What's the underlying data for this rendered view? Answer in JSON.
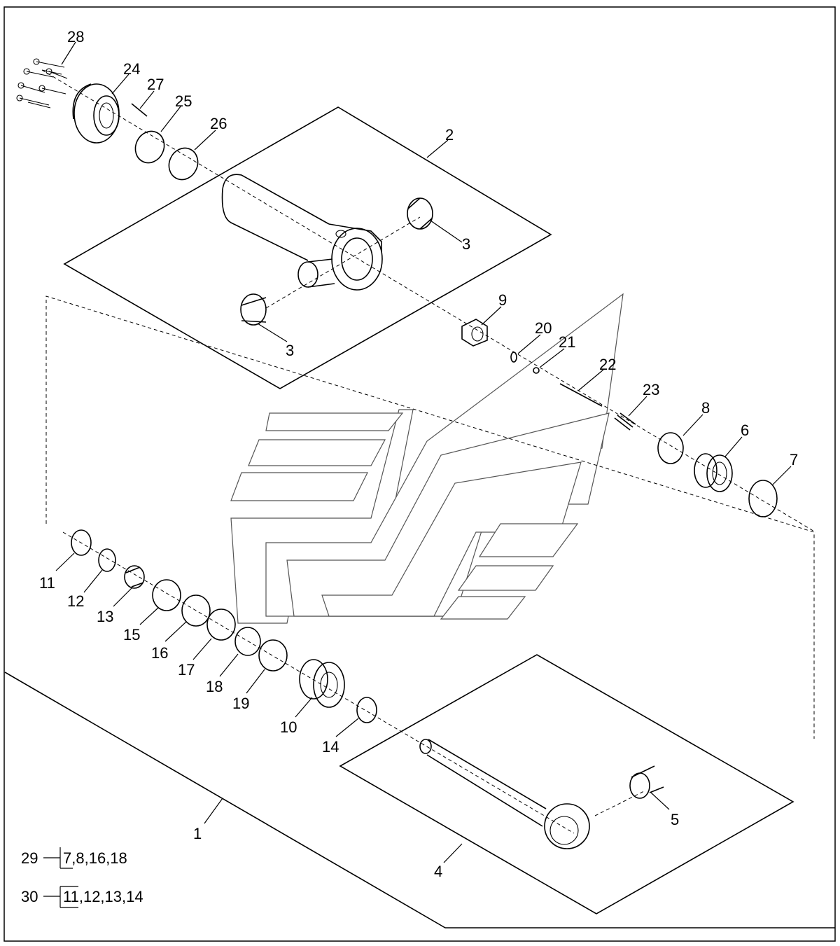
{
  "callouts": {
    "c1": "1",
    "c2": "2",
    "c3a": "3",
    "c3b": "3",
    "c4": "4",
    "c5": "5",
    "c6": "6",
    "c7": "7",
    "c8": "8",
    "c9": "9",
    "c10": "10",
    "c11": "11",
    "c12": "12",
    "c13": "13",
    "c14": "14",
    "c15": "15",
    "c16": "16",
    "c17": "17",
    "c18": "18",
    "c19": "19",
    "c20": "20",
    "c21": "21",
    "c22": "22",
    "c23": "23",
    "c24": "24",
    "c25": "25",
    "c26": "26",
    "c27": "27",
    "c28": "28"
  },
  "kits": [
    {
      "number": "29",
      "first": "7",
      "rest": ",8,16,18"
    },
    {
      "number": "30",
      "first": "11",
      "rest": ",12,13,14"
    }
  ]
}
